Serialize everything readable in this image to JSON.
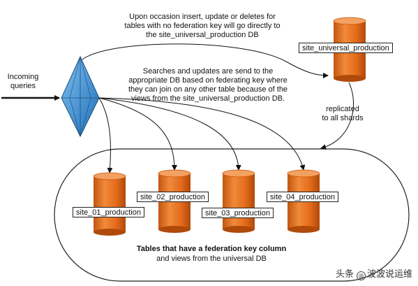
{
  "top_note": {
    "line1": "Upon occasion insert, update or deletes for",
    "line2": "tables with no federation key will go directly to",
    "line3": "the site_universal_production DB"
  },
  "incoming": {
    "line1": "Incoming",
    "line2": "queries"
  },
  "middle_note": {
    "line1": "Searches  and updates are send to the",
    "line2": "appropriate DB based on federating key where",
    "line3": "they can join on any other table because of the",
    "line4": "views from the site_universal_production DB."
  },
  "universal_db": {
    "label": "site_universal_production"
  },
  "replicated": {
    "line1": "replicated",
    "line2": "to all shards"
  },
  "shards": [
    {
      "label": "site_01_production"
    },
    {
      "label": "site_02_production"
    },
    {
      "label": "site_03_production"
    },
    {
      "label": "site_04_production"
    }
  ],
  "container_caption": {
    "line1": "Tables that have a federation key column",
    "line2": "and views from the universal DB"
  },
  "watermark": {
    "text1": "头条",
    "text2": "波波说运维"
  },
  "colors": {
    "cylinder": "#e8701e",
    "cylinder_dark": "#b84f0c",
    "cylinder_top": "#f08a3a",
    "router": "#3a8fd8"
  }
}
